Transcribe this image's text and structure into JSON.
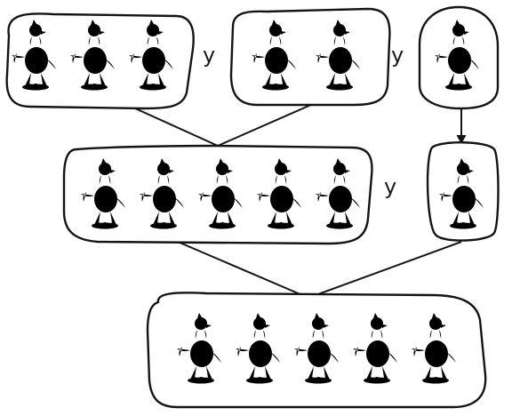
{
  "connector_word": "y",
  "icon": "duck-icon",
  "colors": {
    "ink": "#141414",
    "paper": "#ffffff"
  },
  "groups": [
    {
      "id": "top-left",
      "count": 3
    },
    {
      "id": "top-middle",
      "count": 2
    },
    {
      "id": "top-right",
      "count": 1
    },
    {
      "id": "middle-left",
      "count": 5
    },
    {
      "id": "middle-right",
      "count": 1
    },
    {
      "id": "bottom",
      "count": 5
    }
  ]
}
